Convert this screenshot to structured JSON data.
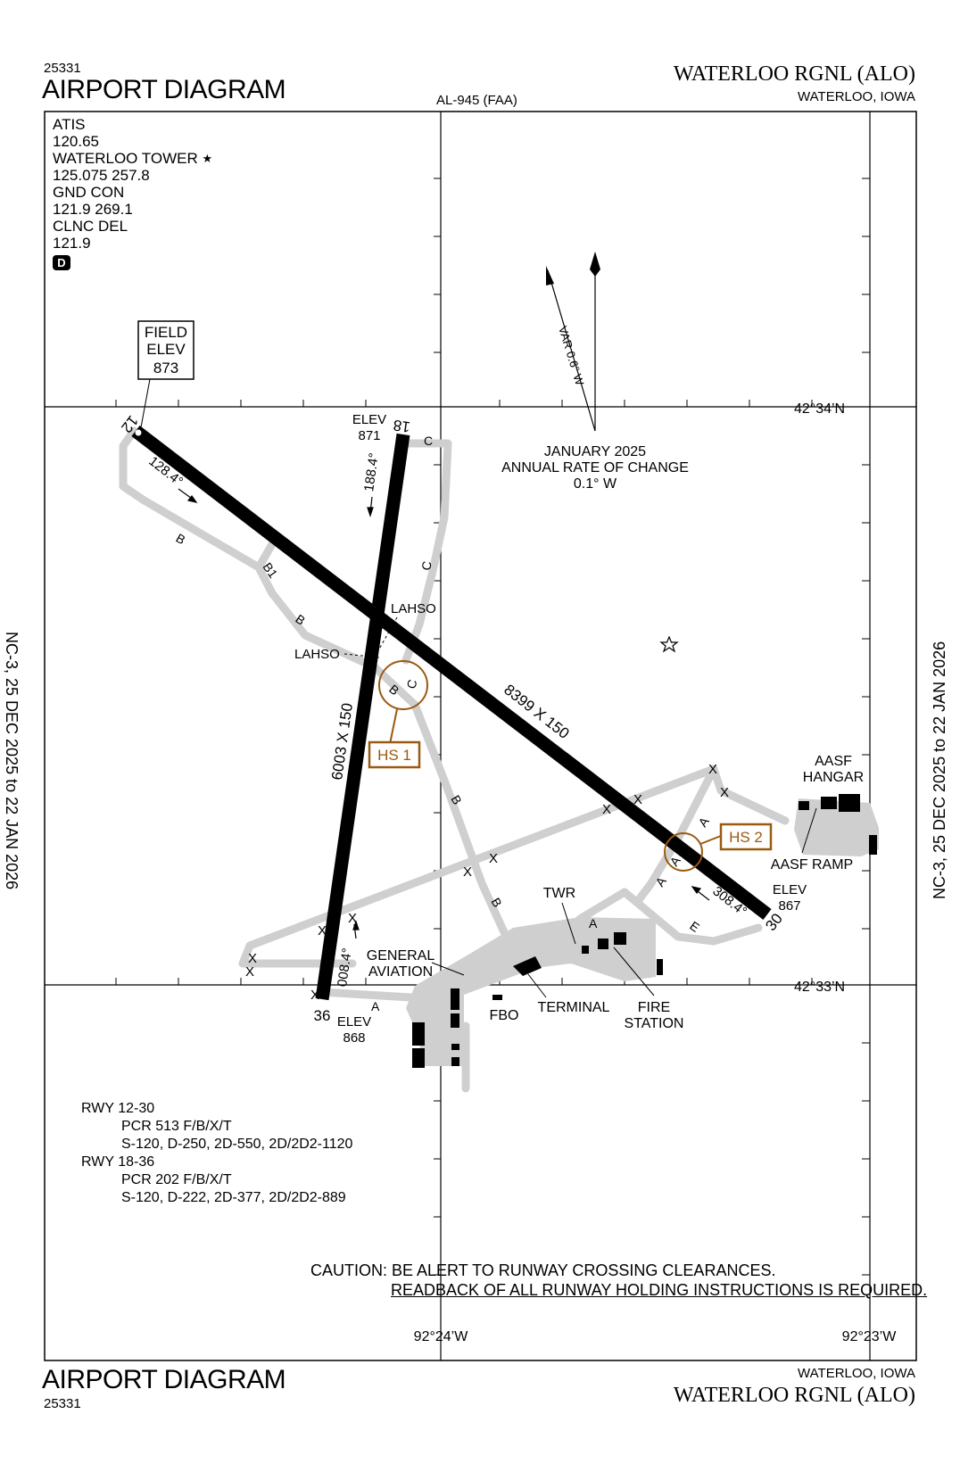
{
  "header": {
    "chart_number": "25331",
    "title": "AIRPORT DIAGRAM",
    "procedure_ref": "AL-945 (FAA)",
    "airport_name": "WATERLOO RGNL (ALO)",
    "city_state": "WATERLOO, IOWA"
  },
  "footer": {
    "chart_number": "25331",
    "title": "AIRPORT DIAGRAM",
    "city_state": "WATERLOO, IOWA",
    "airport_name": "WATERLOO RGNL (ALO)"
  },
  "side_notes": {
    "left": "NC-3,  25 DEC 2025  to  22 JAN 2026",
    "right": "NC-3,  25 DEC 2025  to  22 JAN 2026"
  },
  "frequencies": {
    "atis_label": "ATIS",
    "atis_freq": "120.65",
    "tower_label": "WATERLOO TOWER",
    "tower_star": "★",
    "tower_freq": "125.075  257.8",
    "gnd_label": "GND CON",
    "gnd_freq": "121.9  269.1",
    "clnc_label": "CLNC DEL",
    "clnc_freq": "121.9",
    "dlabel": "D"
  },
  "field_elev": {
    "line1": "FIELD",
    "line2": "ELEV",
    "value": "873"
  },
  "magnetic": {
    "var_label": "VAR 0.6° W",
    "date": "JANUARY 2025",
    "rate_label": "ANNUAL RATE OF CHANGE",
    "rate": "0.1° W"
  },
  "coordinates": {
    "lat_top": "42°34’N",
    "lat_bottom": "42°33’N",
    "lon_left": "92°24’W",
    "lon_right": "92°23’W"
  },
  "runways": {
    "rwy_12": "12",
    "rwy_30": "30",
    "rwy_18": "18",
    "rwy_36": "36",
    "hdg_128": "128.4°",
    "hdg_308": "308.4°",
    "hdg_188": "188.4°",
    "hdg_008": "008.4°",
    "dim_12_30": "8399 X 150",
    "dim_18_36": "6003 X 150",
    "elev_18_label": "ELEV",
    "elev_18": "871",
    "elev_30_label": "ELEV",
    "elev_30": "867",
    "elev_36_label": "ELEV",
    "elev_36": "868",
    "lahso_1": "LAHSO",
    "lahso_2": "LAHSO"
  },
  "hotspots": {
    "hs1": "HS 1",
    "hs2": "HS 2",
    "color": "#9a5a10"
  },
  "taxiways": {
    "a": "A",
    "b": "B",
    "b1": "B1",
    "c": "C",
    "e": "E",
    "x": "X"
  },
  "facilities": {
    "aasf_line1": "AASF",
    "aasf_line2": "HANGAR",
    "aasf_ramp": "AASF RAMP",
    "twr": "TWR",
    "ga_line1": "GENERAL",
    "ga_line2": "AVIATION",
    "fbo": "FBO",
    "terminal": "TERMINAL",
    "fire_line1": "FIRE",
    "fire_line2": "STATION"
  },
  "pcr": {
    "r1": "RWY 12-30",
    "r1_pcr": "PCR 513 F/B/X/T",
    "r1_loads": "S-120, D-250, 2D-550, 2D/2D2-1120",
    "r2": "RWY  18-36",
    "r2_pcr": "PCR 202 F/B/X/T",
    "r2_loads": "S-120, D-222, 2D-377, 2D/2D2-889"
  },
  "caution": {
    "line1": "CAUTION:  BE ALERT TO RUNWAY CROSSING CLEARANCES.",
    "line2": "READBACK OF ALL RUNWAY HOLDING INSTRUCTIONS IS REQUIRED."
  },
  "colors": {
    "taxiway": "#cfcfcf",
    "runway": "#000000",
    "hotspot": "#9a5a10"
  }
}
